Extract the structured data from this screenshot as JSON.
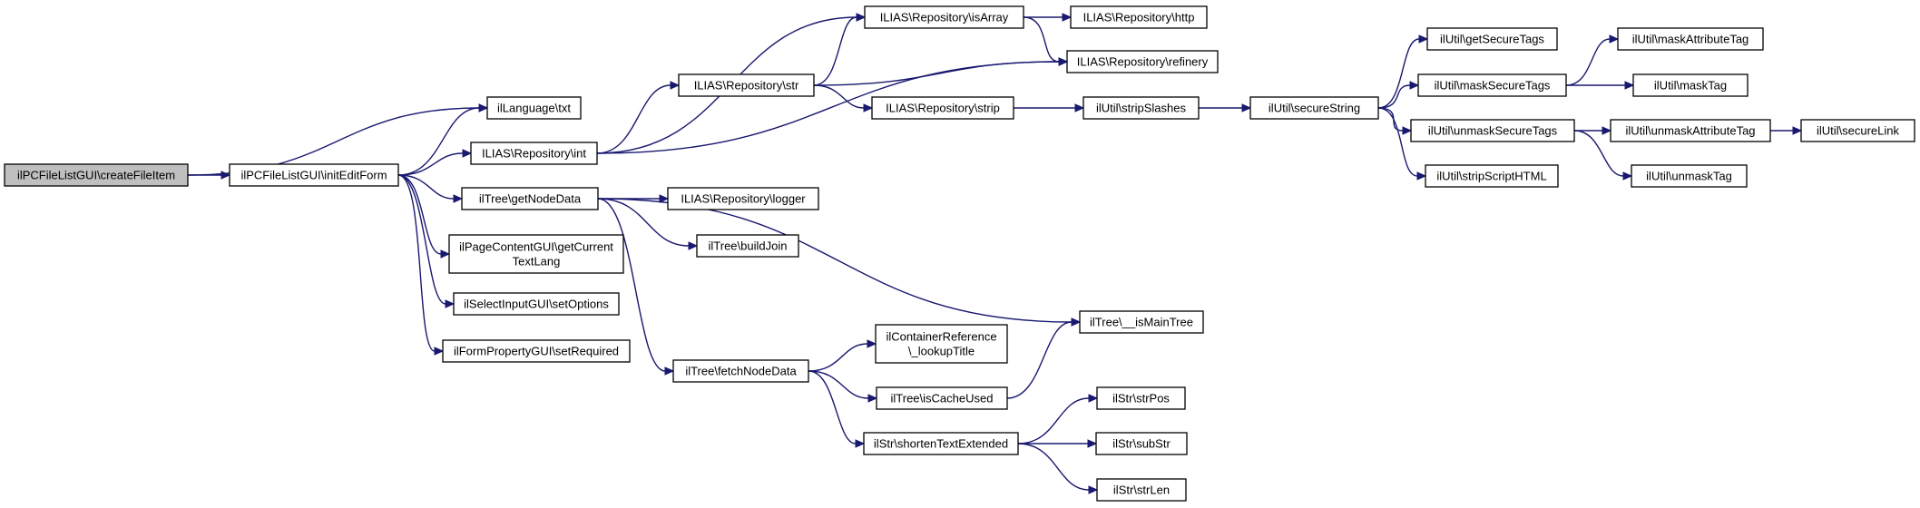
{
  "diagram": {
    "type": "call-graph",
    "colors": {
      "edge": "#191970",
      "node_fill": "#ffffff",
      "node_border": "#000000",
      "root_fill": "#bfbfbf"
    },
    "nodes": [
      {
        "id": "createFileItem",
        "lines": [
          "ilPCFileListGUI\\createFileItem"
        ],
        "root": true
      },
      {
        "id": "initEditForm",
        "lines": [
          "ilPCFileListGUI\\initEditForm"
        ]
      },
      {
        "id": "txt",
        "lines": [
          "ilLanguage\\txt"
        ]
      },
      {
        "id": "repoInt",
        "lines": [
          "ILIAS\\Repository\\int"
        ]
      },
      {
        "id": "getNodeData",
        "lines": [
          "ilTree\\getNodeData"
        ]
      },
      {
        "id": "getCurrentTextLang",
        "lines": [
          "ilPageContentGUI\\getCurrent",
          "TextLang"
        ]
      },
      {
        "id": "setOptions",
        "lines": [
          "ilSelectInputGUI\\setOptions"
        ]
      },
      {
        "id": "setRequired",
        "lines": [
          "ilFormPropertyGUI\\setRequired"
        ]
      },
      {
        "id": "repoStr",
        "lines": [
          "ILIAS\\Repository\\str"
        ]
      },
      {
        "id": "repoIsArray",
        "lines": [
          "ILIAS\\Repository\\isArray"
        ]
      },
      {
        "id": "repoHttp",
        "lines": [
          "ILIAS\\Repository\\http"
        ]
      },
      {
        "id": "repoRefinery",
        "lines": [
          "ILIAS\\Repository\\refinery"
        ]
      },
      {
        "id": "repoStrip",
        "lines": [
          "ILIAS\\Repository\\strip"
        ]
      },
      {
        "id": "repoLogger",
        "lines": [
          "ILIAS\\Repository\\logger"
        ]
      },
      {
        "id": "buildJoin",
        "lines": [
          "ilTree\\buildJoin"
        ]
      },
      {
        "id": "isMainTree",
        "lines": [
          "ilTree\\__isMainTree"
        ]
      },
      {
        "id": "fetchNodeData",
        "lines": [
          "ilTree\\fetchNodeData"
        ]
      },
      {
        "id": "lookupTitle",
        "lines": [
          "ilContainerReference",
          "\\_lookupTitle"
        ]
      },
      {
        "id": "isCacheUsed",
        "lines": [
          "ilTree\\isCacheUsed"
        ]
      },
      {
        "id": "shortenTextExtended",
        "lines": [
          "ilStr\\shortenTextExtended"
        ]
      },
      {
        "id": "strPos",
        "lines": [
          "ilStr\\strPos"
        ]
      },
      {
        "id": "subStr",
        "lines": [
          "ilStr\\subStr"
        ]
      },
      {
        "id": "strLen",
        "lines": [
          "ilStr\\strLen"
        ]
      },
      {
        "id": "stripSlashes",
        "lines": [
          "ilUtil\\stripSlashes"
        ]
      },
      {
        "id": "secureString",
        "lines": [
          "ilUtil\\secureString"
        ]
      },
      {
        "id": "getSecureTags",
        "lines": [
          "ilUtil\\getSecureTags"
        ]
      },
      {
        "id": "maskSecureTags",
        "lines": [
          "ilUtil\\maskSecureTags"
        ]
      },
      {
        "id": "unmaskSecureTags",
        "lines": [
          "ilUtil\\unmaskSecureTags"
        ]
      },
      {
        "id": "stripScriptHTML",
        "lines": [
          "ilUtil\\stripScriptHTML"
        ]
      },
      {
        "id": "maskAttributeTag",
        "lines": [
          "ilUtil\\maskAttributeTag"
        ]
      },
      {
        "id": "maskTag",
        "lines": [
          "ilUtil\\maskTag"
        ]
      },
      {
        "id": "unmaskAttributeTag",
        "lines": [
          "ilUtil\\unmaskAttributeTag"
        ]
      },
      {
        "id": "unmaskTag",
        "lines": [
          "ilUtil\\unmaskTag"
        ]
      },
      {
        "id": "secureLink",
        "lines": [
          "ilUtil\\secureLink"
        ]
      }
    ],
    "edges": [
      [
        "createFileItem",
        "txt"
      ],
      [
        "createFileItem",
        "initEditForm"
      ],
      [
        "initEditForm",
        "txt"
      ],
      [
        "initEditForm",
        "repoInt"
      ],
      [
        "initEditForm",
        "getNodeData"
      ],
      [
        "initEditForm",
        "getCurrentTextLang"
      ],
      [
        "initEditForm",
        "setOptions"
      ],
      [
        "initEditForm",
        "setRequired"
      ],
      [
        "repoInt",
        "repoStr"
      ],
      [
        "repoInt",
        "repoIsArray"
      ],
      [
        "repoInt",
        "repoRefinery"
      ],
      [
        "repoStr",
        "repoIsArray"
      ],
      [
        "repoStr",
        "repoRefinery"
      ],
      [
        "repoStr",
        "repoStrip"
      ],
      [
        "repoIsArray",
        "repoHttp"
      ],
      [
        "repoIsArray",
        "repoRefinery"
      ],
      [
        "repoStrip",
        "stripSlashes"
      ],
      [
        "stripSlashes",
        "secureString"
      ],
      [
        "secureString",
        "getSecureTags"
      ],
      [
        "secureString",
        "maskSecureTags"
      ],
      [
        "secureString",
        "unmaskSecureTags"
      ],
      [
        "secureString",
        "stripScriptHTML"
      ],
      [
        "maskSecureTags",
        "maskAttributeTag"
      ],
      [
        "maskSecureTags",
        "maskTag"
      ],
      [
        "unmaskSecureTags",
        "unmaskAttributeTag"
      ],
      [
        "unmaskSecureTags",
        "unmaskTag"
      ],
      [
        "unmaskAttributeTag",
        "secureLink"
      ],
      [
        "getNodeData",
        "repoLogger"
      ],
      [
        "getNodeData",
        "buildJoin"
      ],
      [
        "getNodeData",
        "isMainTree"
      ],
      [
        "getNodeData",
        "fetchNodeData"
      ],
      [
        "fetchNodeData",
        "lookupTitle"
      ],
      [
        "fetchNodeData",
        "isCacheUsed"
      ],
      [
        "fetchNodeData",
        "shortenTextExtended"
      ],
      [
        "isCacheUsed",
        "isMainTree"
      ],
      [
        "shortenTextExtended",
        "strPos"
      ],
      [
        "shortenTextExtended",
        "subStr"
      ],
      [
        "shortenTextExtended",
        "strLen"
      ]
    ]
  }
}
